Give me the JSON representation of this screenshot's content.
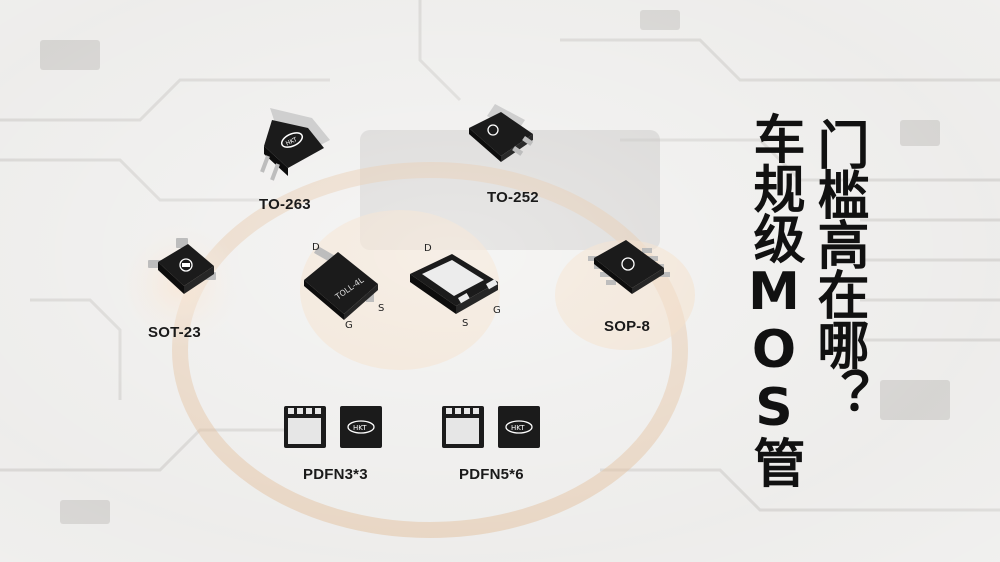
{
  "packages": {
    "to263": "TO-263",
    "to252": "TO-252",
    "sot23": "SOT-23",
    "toll": "TOLL-4L",
    "sop8": "SOP-8",
    "pdfn33": "PDFN3*3",
    "pdfn56": "PDFN5*6"
  },
  "pins": {
    "d": "D",
    "s": "S",
    "g": "G"
  },
  "brand": "HKT",
  "headline": {
    "line1": "门槛高在哪？",
    "line2": "车规级MOS管"
  },
  "colors": {
    "accent_ring": "#d9a877",
    "chip": "#1b1b1b",
    "text": "#111111"
  }
}
